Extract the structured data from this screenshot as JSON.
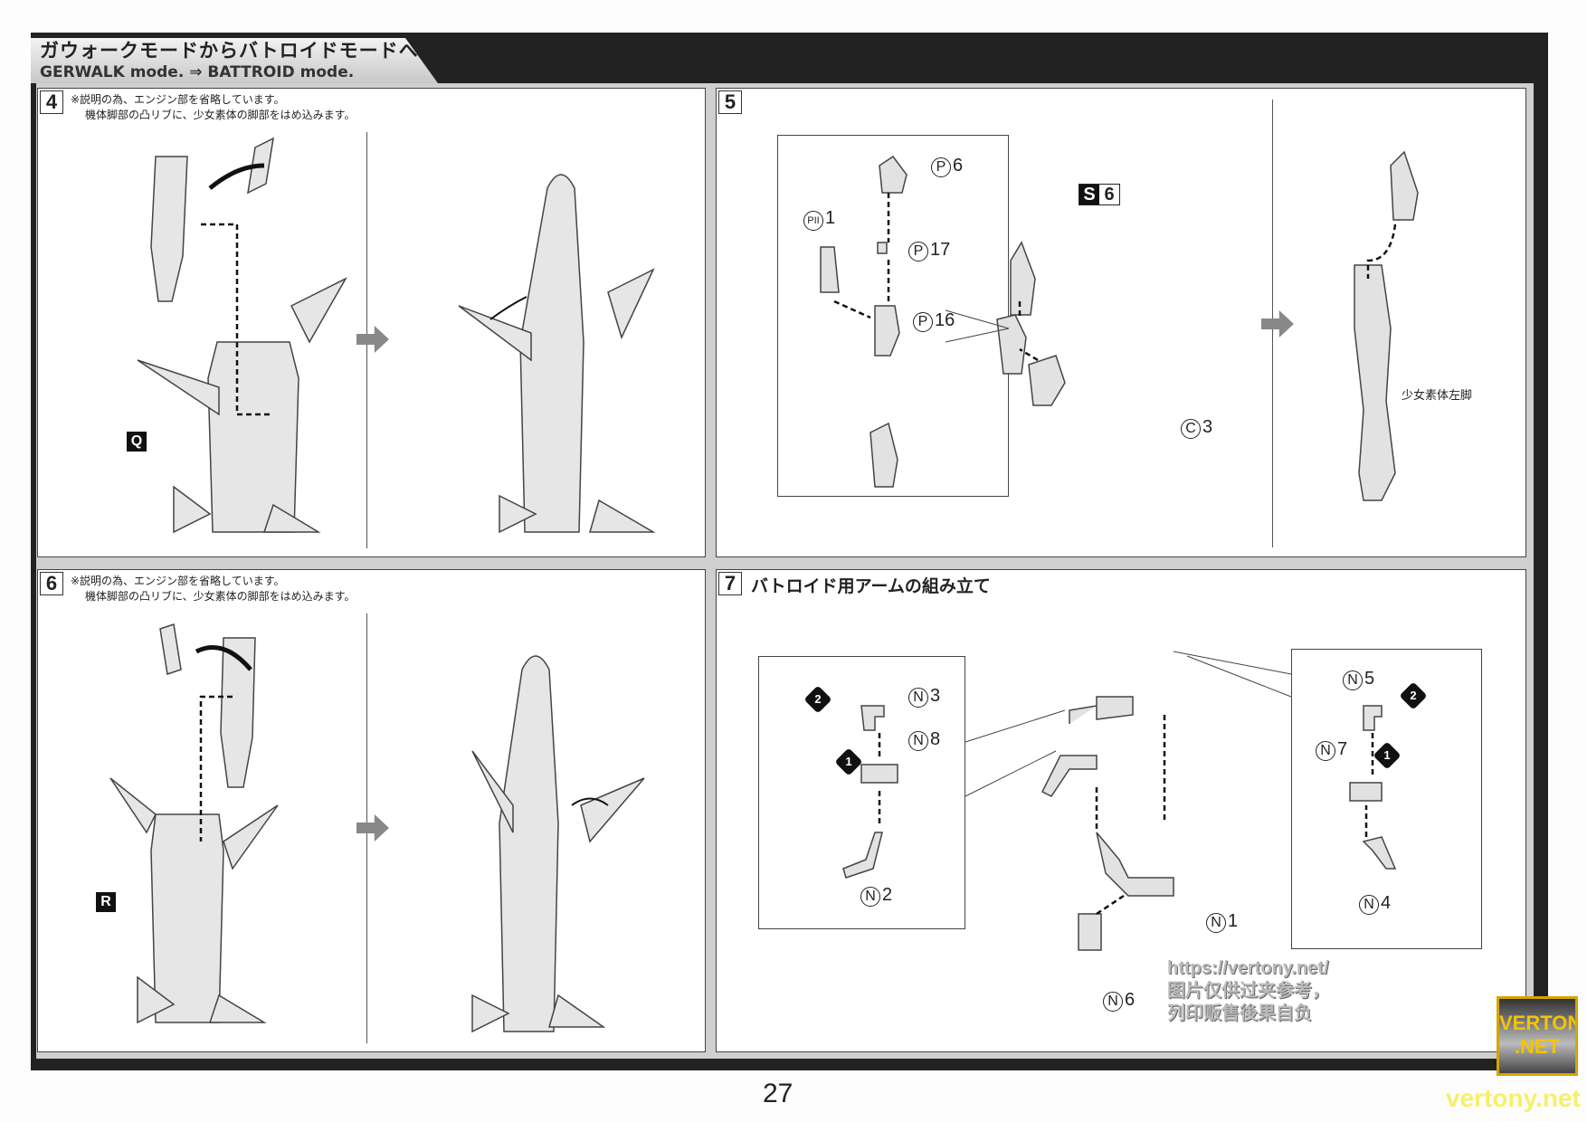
{
  "header": {
    "title_jp": "ガウォークモードからバトロイドモードへ",
    "title_en": "GERWALK mode. ⇒ BATTROID mode."
  },
  "steps": [
    {
      "number": "4",
      "note1": "※説明の為、エンジン部を省略しています。",
      "note2": "機体脚部の凸リブに、少女素体の脚部をはめ込みます。",
      "tag": "Q"
    },
    {
      "number": "5",
      "parts": {
        "p6": {
          "letter": "P",
          "num": "6"
        },
        "p2_1": {
          "letter": "PII",
          "num": "1"
        },
        "p17": {
          "letter": "P",
          "num": "17"
        },
        "p16": {
          "letter": "P",
          "num": "16"
        },
        "s6": {
          "letter": "S",
          "num": "6"
        },
        "c3": {
          "letter": "C",
          "num": "3"
        }
      },
      "caption": "少女素体左脚"
    },
    {
      "number": "6",
      "note1": "※説明の為、エンジン部を省略しています。",
      "note2": "機体脚部の凸リブに、少女素体の脚部をはめ込みます。",
      "tag": "R"
    },
    {
      "number": "7",
      "title": "バトロイド用アームの組み立て",
      "parts": {
        "n1": {
          "letter": "N",
          "num": "1"
        },
        "n2": {
          "letter": "N",
          "num": "2"
        },
        "n3": {
          "letter": "N",
          "num": "3"
        },
        "n4": {
          "letter": "N",
          "num": "4"
        },
        "n5": {
          "letter": "N",
          "num": "5"
        },
        "n6": {
          "letter": "N",
          "num": "6"
        },
        "n7": {
          "letter": "N",
          "num": "7"
        },
        "n8": {
          "letter": "N",
          "num": "8"
        }
      },
      "order": [
        "1",
        "2"
      ]
    }
  ],
  "page_number": "27",
  "watermark": {
    "line1": "https://vertony.net/",
    "line2": "图片仅供过夹参考，",
    "line3": "列印贩售後果自负",
    "logo1": "VERTONY",
    ".logo2": ".NET",
    "logo2": ".NET",
    "site": "vertony.net"
  }
}
